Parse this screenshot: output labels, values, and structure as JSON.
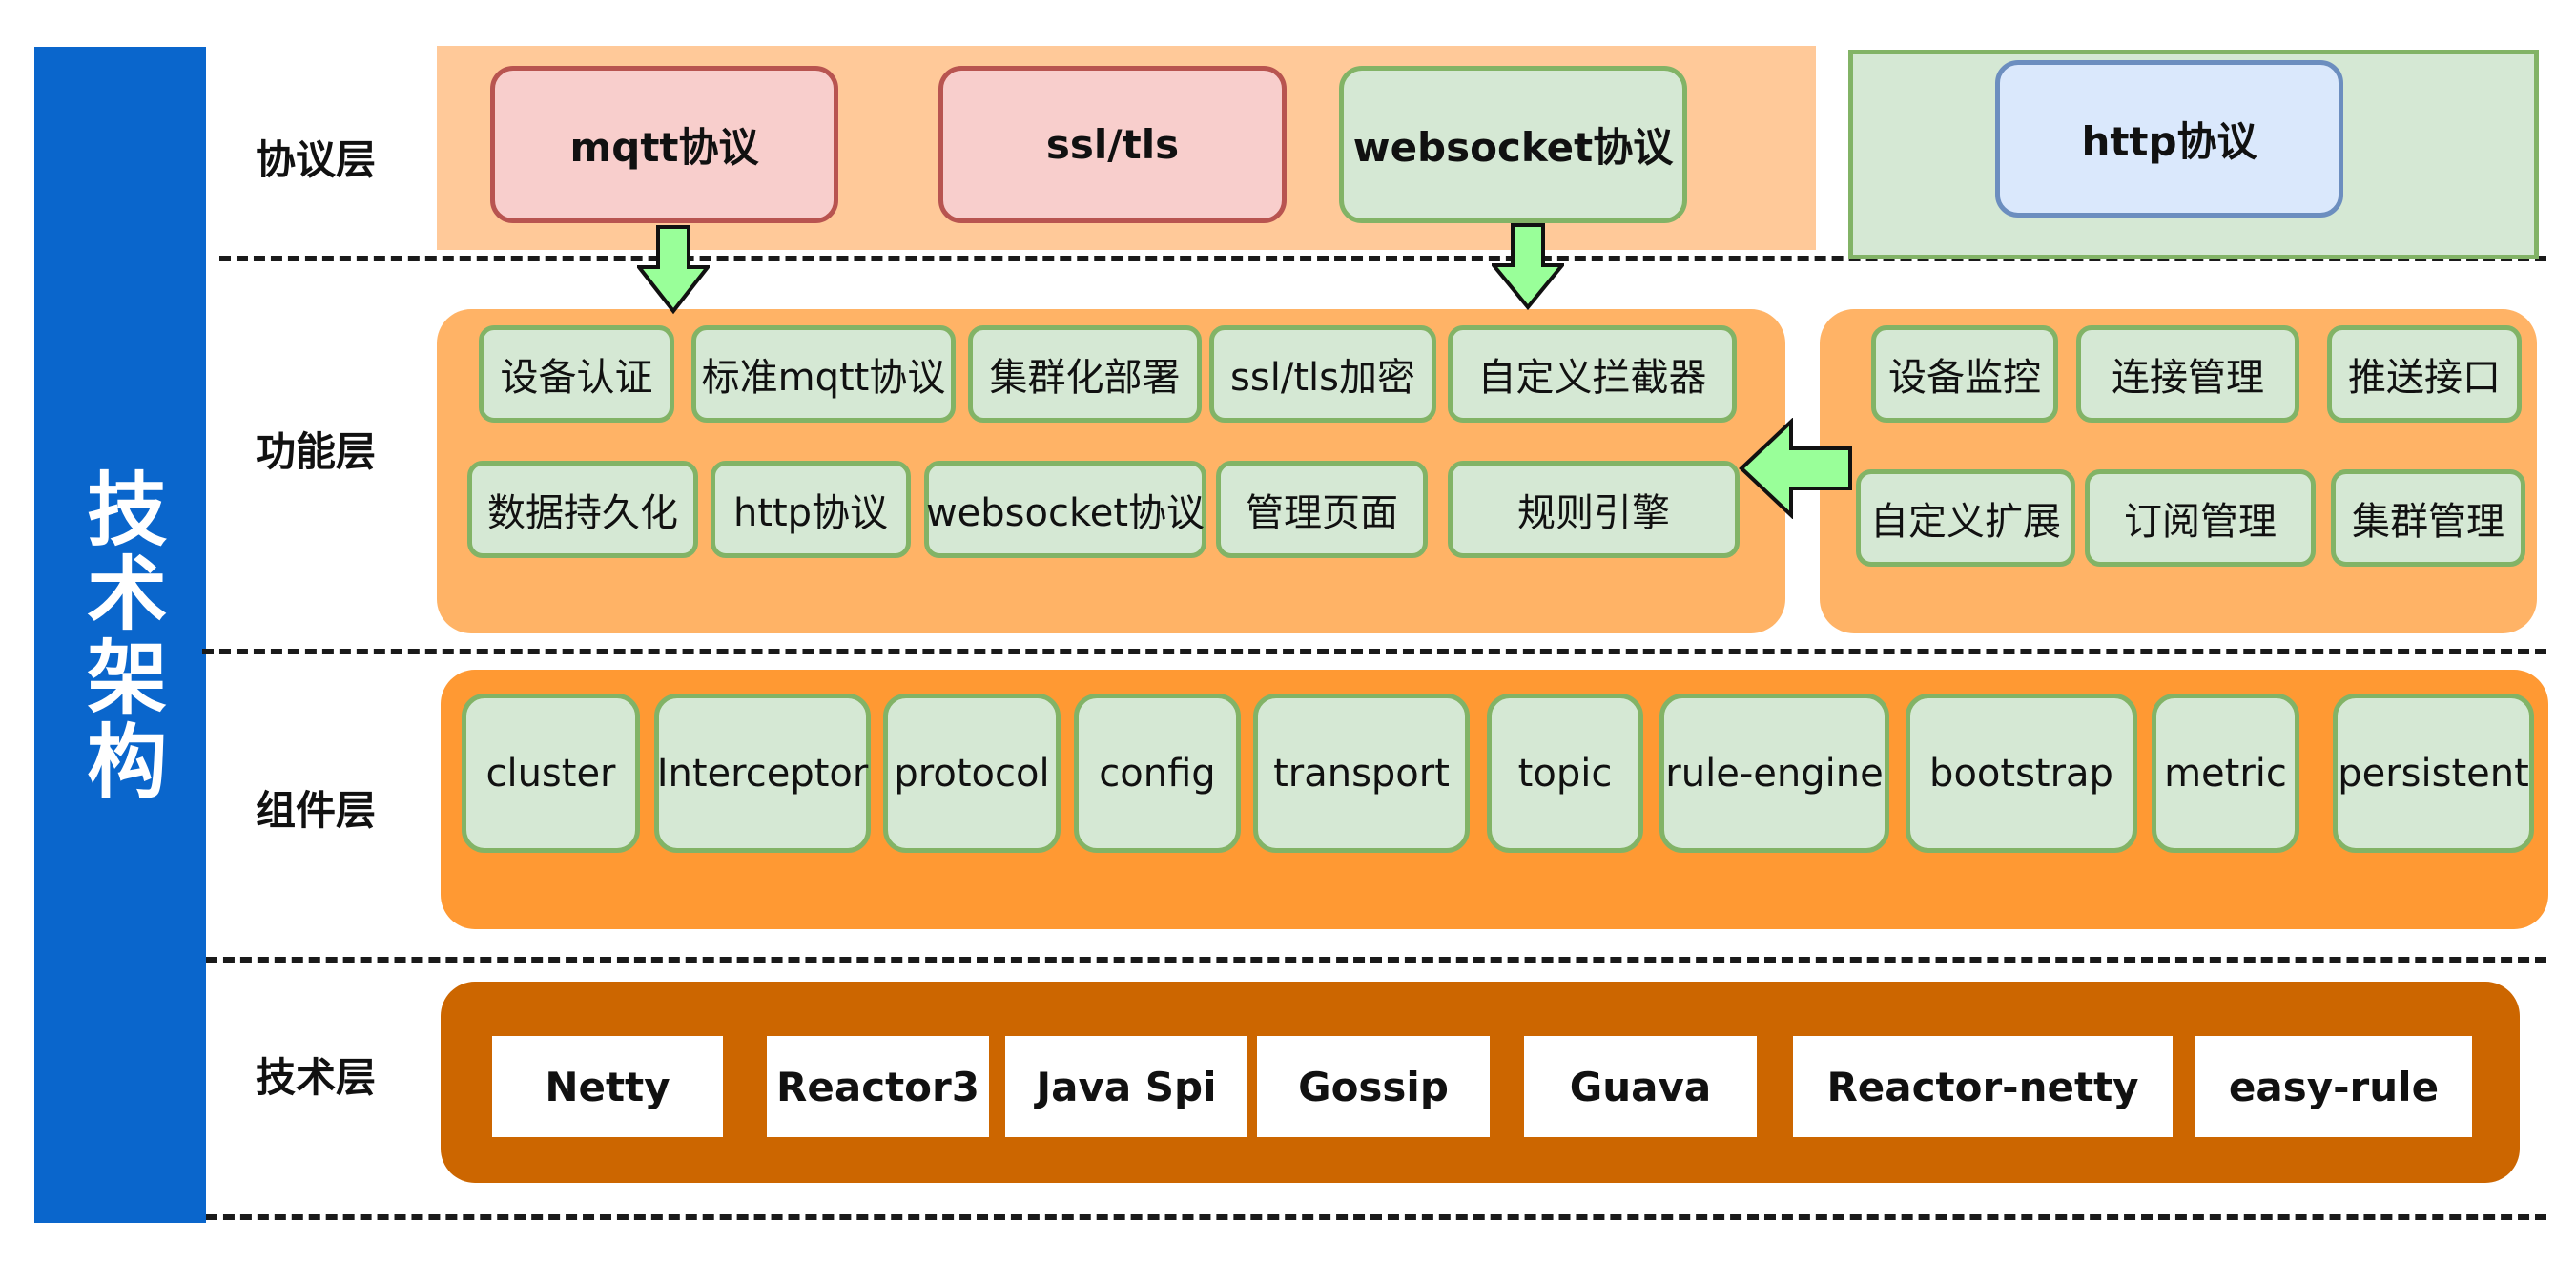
{
  "side_title": "技术架构",
  "layers": {
    "protocol": "协议层",
    "function": "功能层",
    "component": "组件层",
    "technology": "技术层"
  },
  "protocol_boxes": {
    "mqtt": "mqtt协议",
    "ssl": "ssl/tls",
    "websocket": "websocket协议",
    "http": "http协议"
  },
  "function_items": {
    "left": [
      "设备认证",
      "标准mqtt协议",
      "集群化部署",
      "ssl/tls加密",
      "自定义拦截器",
      "数据持久化",
      "http协议",
      "websocket协议",
      "管理页面",
      "规则引擎"
    ],
    "right": [
      "设备监控",
      "连接管理",
      "推送接口",
      "自定义扩展",
      "订阅管理",
      "集群管理"
    ]
  },
  "components": [
    "cluster",
    "Interceptor",
    "protocol",
    "config",
    "transport",
    "topic",
    "rule-engine",
    "bootstrap",
    "metric",
    "persistent"
  ],
  "technologies": [
    "Netty",
    "Reactor3",
    "Java Spi",
    "Gossip",
    "Guava",
    "Reactor-netty",
    "easy-rule"
  ],
  "colors": {
    "side_bar": "#0a66cc",
    "protocol_panel": "#ffc999",
    "http_panel": "#d5e8d4",
    "function_panel": "#ffb366",
    "component_panel": "#ff9933",
    "tech_panel": "#cc6600",
    "arrow_fill": "#99ff99"
  },
  "icons": [
    "arrow-down-icon",
    "arrow-down-icon",
    "arrow-left-icon"
  ]
}
